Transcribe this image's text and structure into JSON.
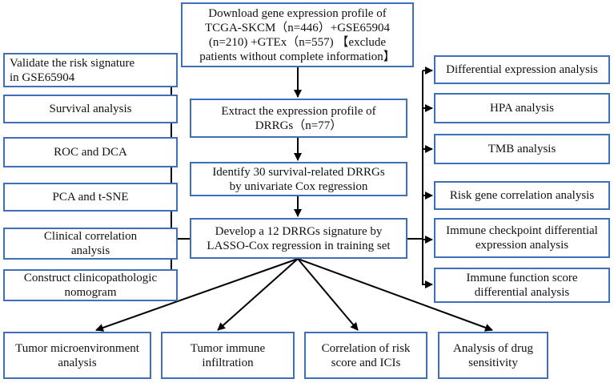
{
  "center": {
    "download": [
      "Download gene expression profile of",
      "TCGA-SKCM（n=446）+GSE65904",
      "(n=210) +GTEx（n=557) 【exclude",
      "patients without complete information】"
    ],
    "extract": [
      "Extract the expression profile of",
      "DRRGs（n=77）"
    ],
    "identify": [
      "Identify 30 survival-related DRRGs",
      "by univariate Cox regression"
    ],
    "develop": [
      "Develop a 12 DRRGs  signature by",
      "LASSO-Cox regression in training set"
    ]
  },
  "left": {
    "validate": [
      "Validate the risk signature",
      "in GSE65904"
    ],
    "survival": [
      "Survival analysis"
    ],
    "roc": [
      "ROC and DCA"
    ],
    "pca": [
      "PCA and t-SNE"
    ],
    "clinical": [
      "Clinical correlation",
      "analysis"
    ],
    "nomogram": [
      "Construct clinicopathologic",
      "nomogram"
    ]
  },
  "right": {
    "diff": [
      "Differential expression analysis"
    ],
    "hpa": [
      "HPA analysis"
    ],
    "tmb": [
      "TMB analysis"
    ],
    "riskgene": [
      "Risk gene correlation analysis"
    ],
    "checkpoint": [
      "Immune checkpoint differential",
      "expression  analysis"
    ],
    "function": [
      "Immune function score",
      "differential analysis"
    ]
  },
  "bottom": {
    "tme": [
      "Tumor microenvironment",
      "analysis"
    ],
    "infiltration": [
      "Tumor immune",
      "infiltration"
    ],
    "ici": [
      "Correlation of risk",
      "score and ICIs"
    ],
    "drug": [
      "Analysis of drug",
      "sensitivity"
    ]
  }
}
